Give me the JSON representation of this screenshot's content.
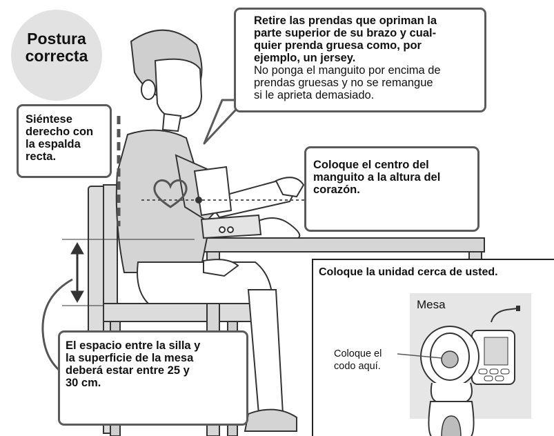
{
  "title": {
    "line1": "Postura",
    "line2": "correcta"
  },
  "callouts": {
    "clothing": {
      "bold_lines": [
        "Retire las prendas que opriman la",
        "parte superior de su brazo y cual-",
        "quier prenda gruesa como, por",
        "ejemplo, un jersey."
      ],
      "normal_lines": [
        "No ponga el manguito por encima de",
        "prendas gruesas y no se remangue",
        "si le aprieta demasiado."
      ]
    },
    "posture": {
      "lines": [
        "Siéntese",
        "derecho con",
        "la espalda",
        "recta."
      ]
    },
    "cuff_height": {
      "lines": [
        "Coloque el centro del",
        "manguito a la altura del",
        "corazón."
      ]
    },
    "distance": {
      "lines": [
        "El espacio entre la silla y",
        "la superficie de la mesa",
        "deberá estar entre 25 y",
        "30 cm."
      ]
    }
  },
  "unit_panel": {
    "title": "Coloque la unidad cerca de usted.",
    "table_label": "Mesa",
    "elbow_label": [
      "Coloque el",
      "codo aquí."
    ]
  },
  "colors": {
    "callout_border": "#5a5a5a",
    "title_circle": "#e2e2e2",
    "illustration_fill": "#d4d4d4",
    "line": "#333333"
  },
  "icons": [
    "heart-icon",
    "double-arrow-icon",
    "cuff-dot-icon"
  ]
}
